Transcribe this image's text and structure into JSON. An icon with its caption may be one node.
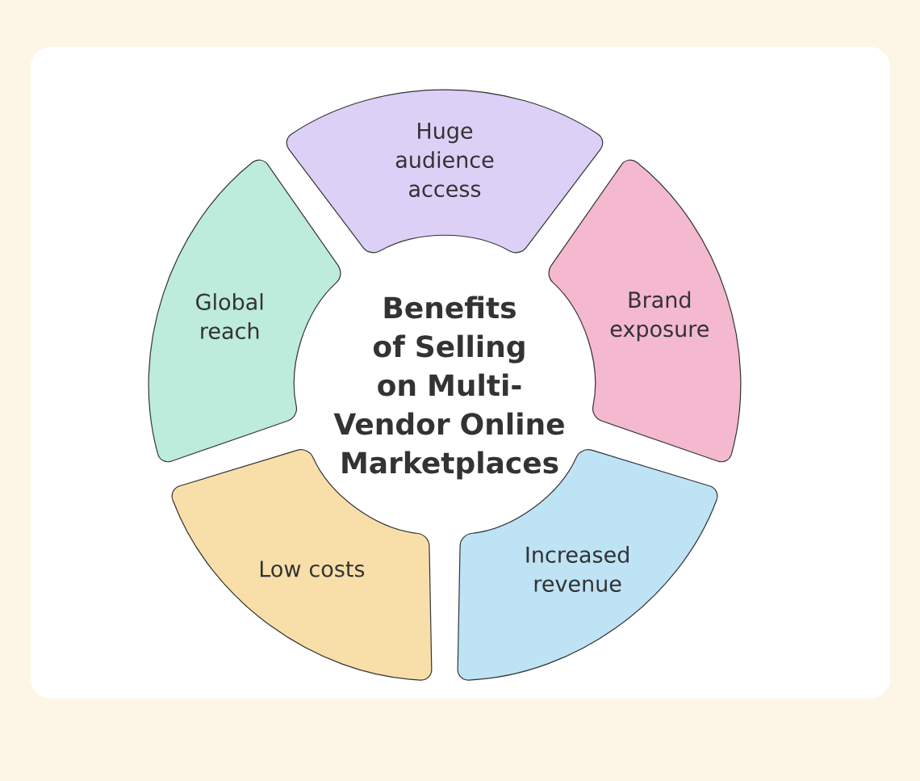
{
  "diagram": {
    "title": "Benefits of Selling on Multi-Vendor Online Marketplaces",
    "nodes": [
      {
        "text": [
          "Huge audience access"
        ]
      },
      {
        "text": [
          "Global reach"
        ]
      },
      {
        "text": [
          "Brand exposure"
        ]
      },
      {
        "text": [
          "Low costs"
        ]
      },
      {
        "text": [
          "Increased revenue"
        ]
      }
    ]
  }
}
